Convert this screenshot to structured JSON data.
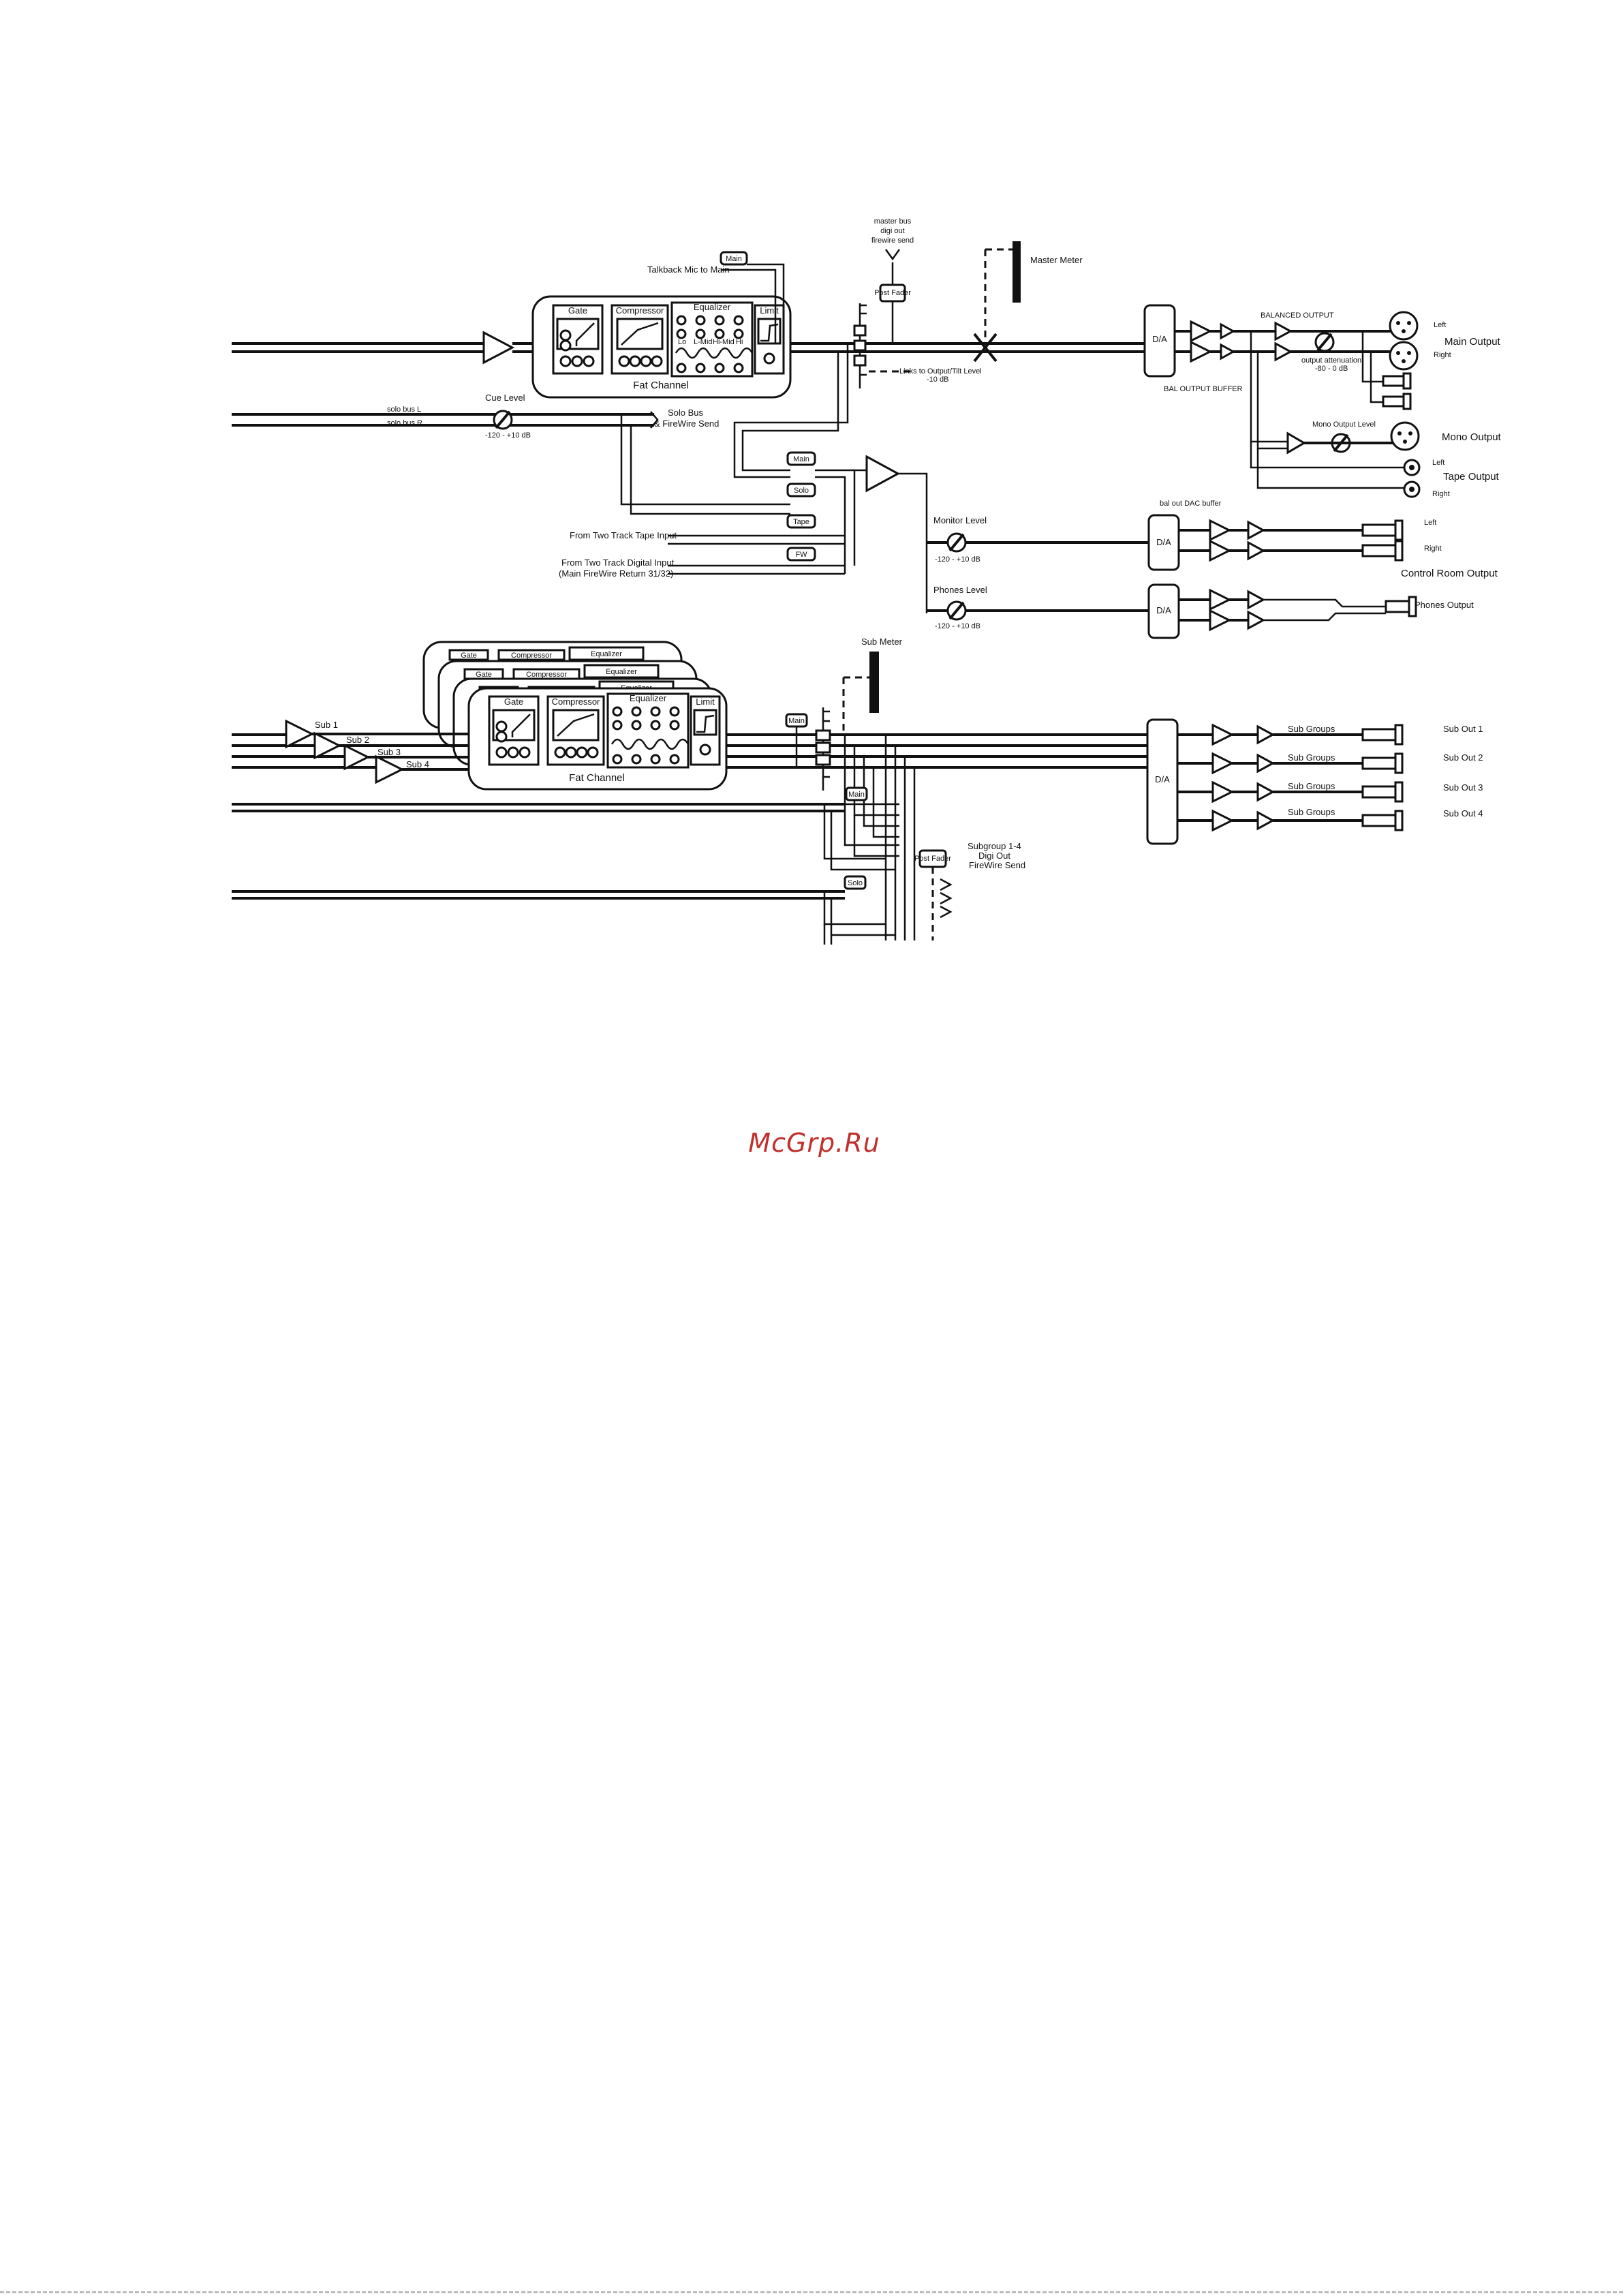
{
  "watermark": "McGrp.Ru",
  "labels": {
    "talkback": "Talkback Mic to Main",
    "main_btn": "Main",
    "gate": "Gate",
    "compressor": "Compressor",
    "equalizer": "Equalizer",
    "limit": "Limit",
    "fat_channel": "Fat Channel",
    "master_bus_note_1": "master bus",
    "master_bus_note_2": "digi out",
    "master_bus_note_3": "firewire send",
    "post_fader": "Post Fader",
    "master_meter": "Master Meter",
    "link_note": "Links to Output/Tilt Level",
    "link_note_2": "-10 dB",
    "solo_bus_l": "solo bus L",
    "solo_bus_r": "solo bus R",
    "cue_level": "Cue Level",
    "cue_range": "-120 - +10 dB",
    "solo_bus": "Solo Bus",
    "firewire_send": "& FireWire Send",
    "main_src": "Main",
    "solo_src": "Solo",
    "tape_src": "Tape",
    "fw_src": "FW",
    "from_tape": "From Two Track Tape Input",
    "from_digital": "From Two Track Digital Input",
    "from_digital_2": "(Main FireWire Return 31/32)",
    "monitor_level": "Monitor Level",
    "monitor_range": "-120 - +10 dB",
    "phones_level": "Phones Level",
    "phones_range": "-120 - +10 dB",
    "da": "D/A",
    "balanced_out": "BALANCED OUTPUT",
    "bal_output_buffer": "BAL OUTPUT BUFFER",
    "output_attenuation": "output attenuation",
    "output_att_range": "-80 - 0 dB",
    "main_left": "Left",
    "main_right": "Right",
    "main_output": "Main Output",
    "mono_output_level": "Mono Output Level",
    "mono_output": "Mono Output",
    "tape_left": "Left",
    "tape_right": "Right",
    "tape_output": "Tape Output",
    "bal_out_buffer_cr": "bal out DAC buffer",
    "cr_left": "Left",
    "cr_right": "Right",
    "control_room_output": "Control Room Output",
    "phones_output": "Phones Output",
    "sub_meter": "Sub Meter",
    "sub1": "Sub 1",
    "sub2": "Sub 2",
    "sub3": "Sub 3",
    "sub4": "Sub 4",
    "sub_groups": "Sub Groups",
    "sub_out_1": "Sub Out 1",
    "sub_out_2": "Sub Out 2",
    "sub_out_3": "Sub Out 3",
    "sub_out_4": "Sub Out 4",
    "subgroup_send_1": "Subgroup 1-4",
    "subgroup_send_2": "Digi Out",
    "subgroup_send_3": "FireWire Send",
    "eq_band_labels": [
      "Lo",
      "L-Mid",
      "Hi-Mid",
      "Hi"
    ]
  }
}
